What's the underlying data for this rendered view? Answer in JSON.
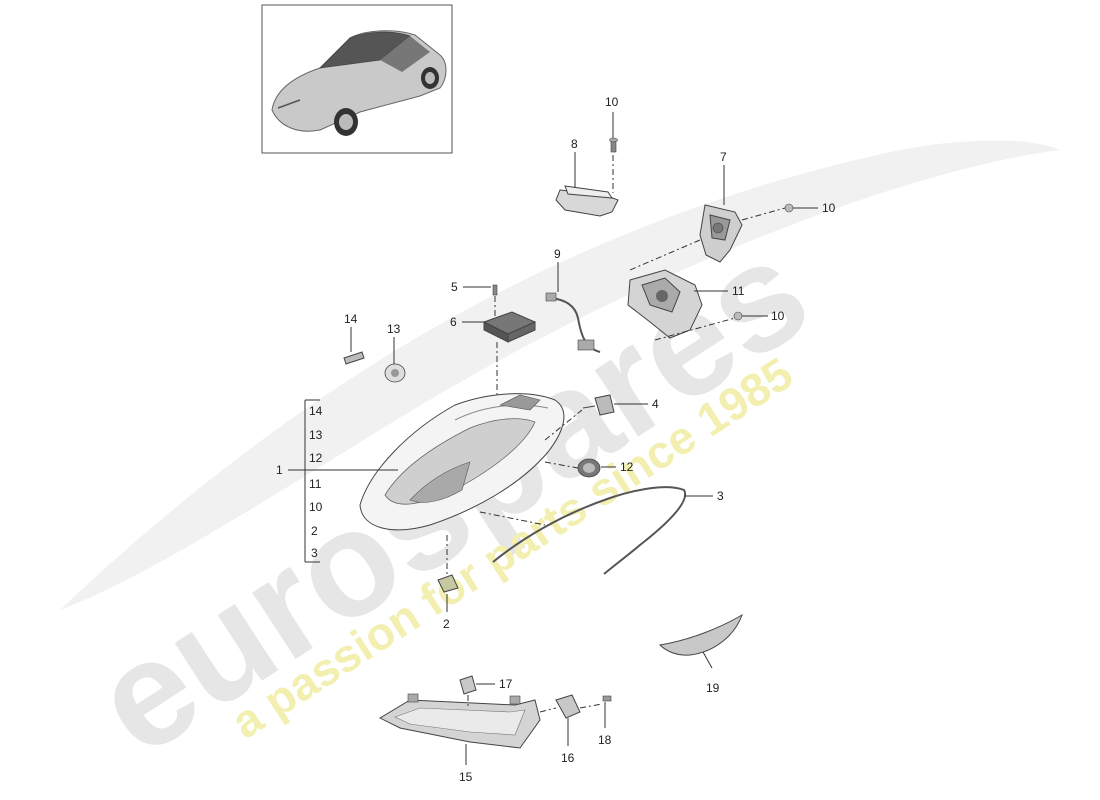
{
  "watermark": {
    "brand": "eurospares",
    "tagline": "a passion for parts since 1985",
    "brand_color": "#e6e6e6",
    "tagline_color": "#f2efb0"
  },
  "thumbnail": {
    "icon": "car-thumbnail-icon"
  },
  "callouts": {
    "p1": "1",
    "p2": "2",
    "p3": "3",
    "p4": "4",
    "p5": "5",
    "p6": "6",
    "p7": "7",
    "p8": "8",
    "p9": "9",
    "p10a": "10",
    "p10b": "10",
    "p10c": "10",
    "p11": "11",
    "p12": "12",
    "p13": "13",
    "p14": "14",
    "p15": "15",
    "p16": "16",
    "p17": "17",
    "p18": "18",
    "p19": "19"
  },
  "bracket_list": [
    "14",
    "13",
    "12",
    "11",
    "10",
    "2",
    "3"
  ]
}
